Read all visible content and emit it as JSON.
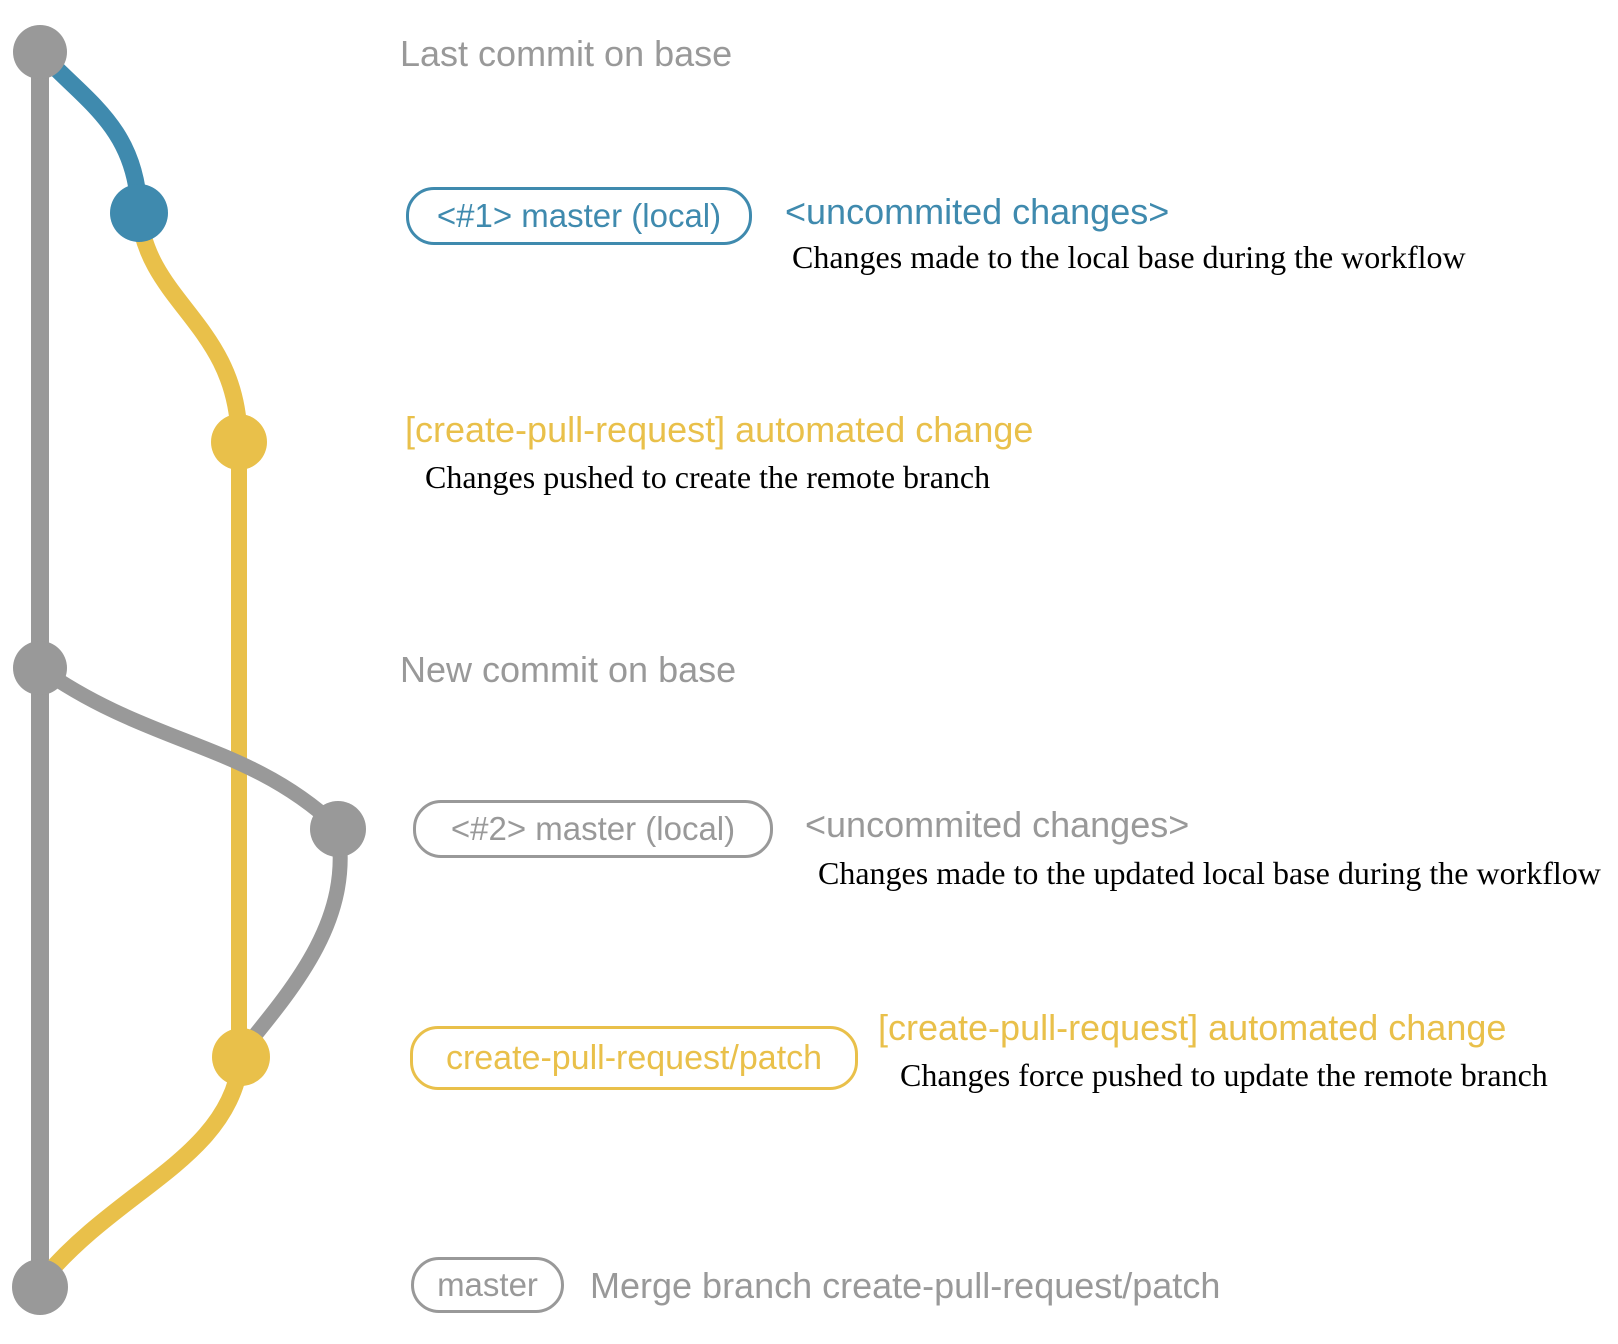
{
  "colors": {
    "gray": "#999999",
    "blue": "#3f8aae",
    "yellow": "#e9c04a",
    "ink": "#000000"
  },
  "annotations": {
    "last_commit_label": "Last commit on base",
    "new_commit_label": "New commit on base",
    "row1": {
      "badge": "<#1> master (local)",
      "title": "<uncommited changes>",
      "desc": "Changes made to the local base during the workflow"
    },
    "row2": {
      "title": "[create-pull-request] automated change",
      "desc": "Changes pushed to create the remote branch"
    },
    "row3": {
      "badge": "<#2> master (local)",
      "title": "<uncommited changes>",
      "desc": "Changes made to the updated local base during the workflow"
    },
    "row4": {
      "badge": "create-pull-request/patch",
      "title": "[create-pull-request] automated change",
      "desc": "Changes force pushed to update the remote branch"
    },
    "row5": {
      "badge": "master",
      "title": "Merge branch create-pull-request/patch"
    }
  }
}
